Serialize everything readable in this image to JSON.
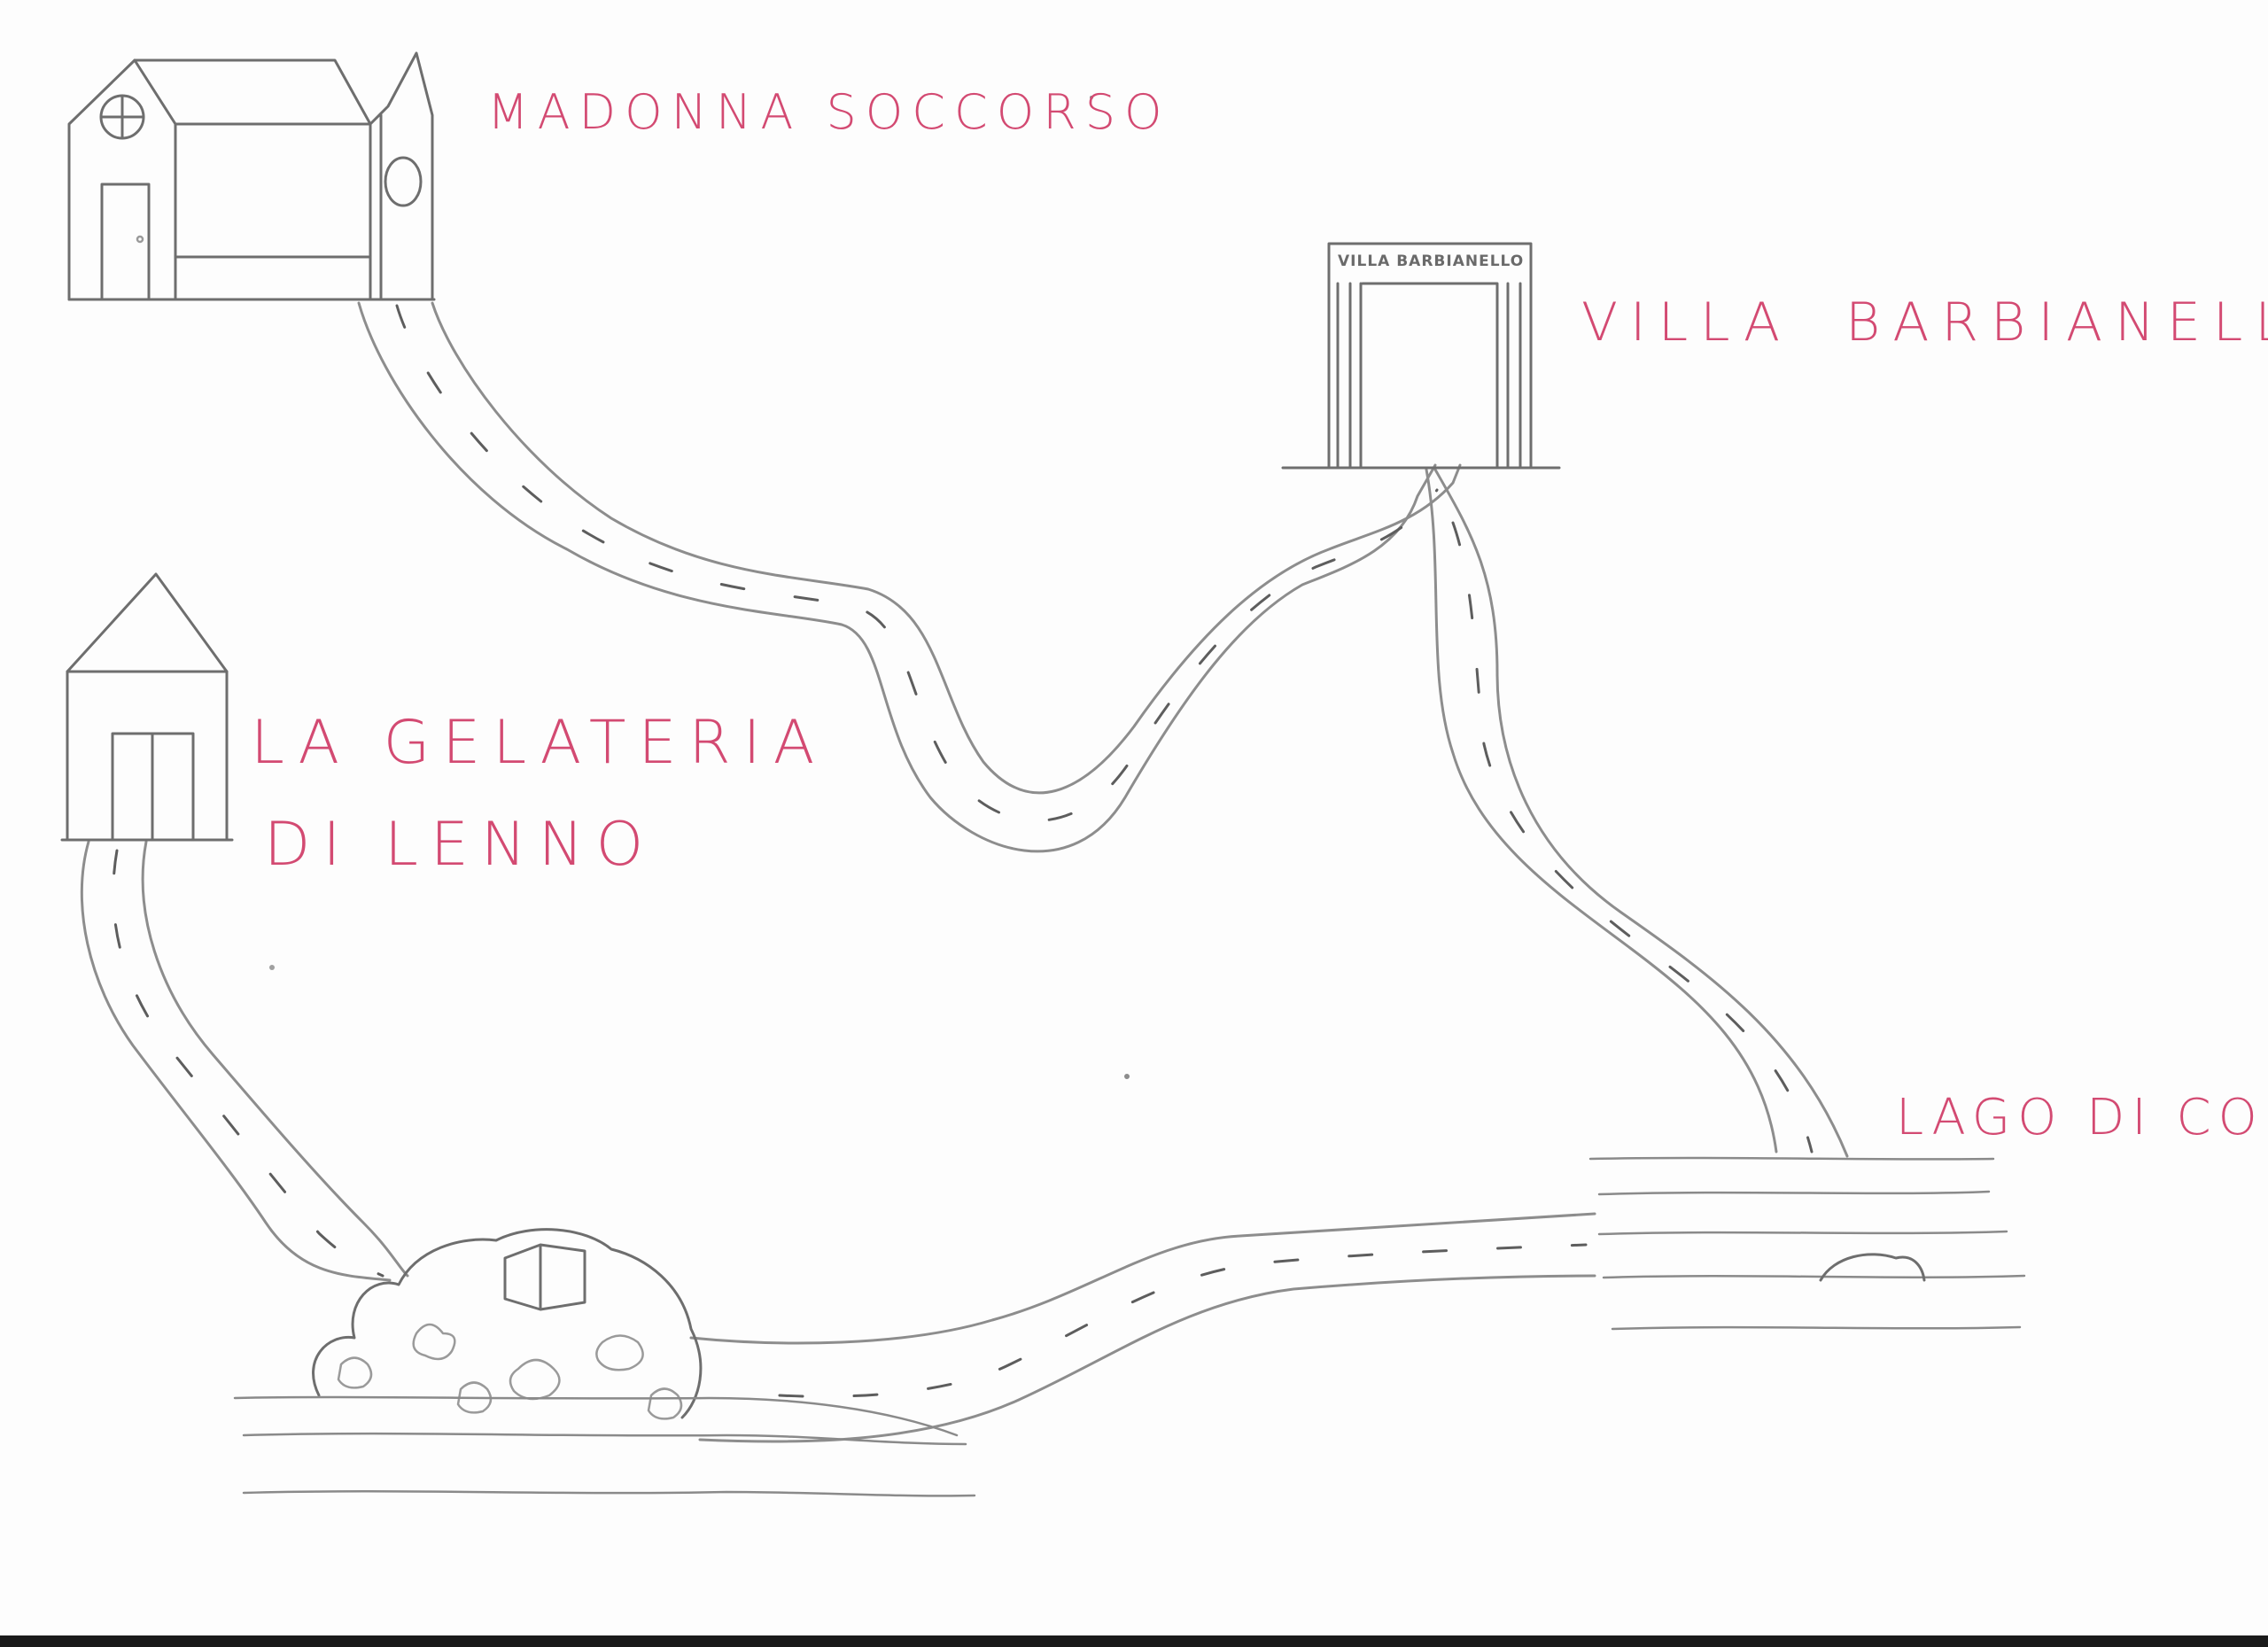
{
  "map": {
    "labels": {
      "madonna": "MADONNA SOCCORSO",
      "villa_word1": "VILLA",
      "villa_word2": "BARBIANELLO",
      "gelateria_line1": "LA GELATERIA",
      "gelateria_line2": "DI LENNO",
      "lago": "LAGO DI COMO"
    },
    "gate_sign": "VILLA BARBIANELLO",
    "colors": {
      "label_ink": "#d34a72",
      "pencil": "#6e6e6e",
      "paper": "#fdfdfd"
    },
    "icons": {
      "church": "church-icon",
      "gate": "villa-gate-icon",
      "shop": "gelateria-house-icon",
      "island": "island-icon",
      "rock": "rock-icon"
    }
  }
}
